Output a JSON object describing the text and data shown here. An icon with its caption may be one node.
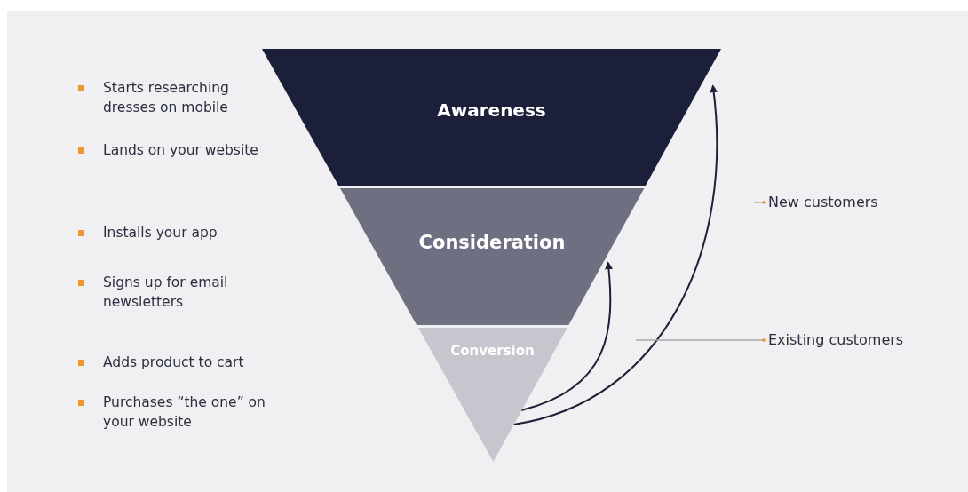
{
  "diagram": {
    "nodes": [
      {
        "text": [
          "Awareness"
        ]
      },
      {
        "text": [
          "Consideration"
        ]
      },
      {
        "text": [
          "Conversion"
        ]
      },
      {
        "text": [
          "New customers"
        ]
      },
      {
        "text": [
          "Existing customers"
        ]
      }
    ],
    "edges": [
      {
        "from": 2,
        "to": 0,
        "arrow": "to"
      },
      {
        "from": 2,
        "to": 1,
        "arrow": "to"
      },
      {
        "from": 3,
        "to": null,
        "arrow": "none",
        "color": "#aaaaaa"
      },
      {
        "from": 4,
        "to": null,
        "arrow": "none",
        "color": "#aaaaaa"
      }
    ],
    "labels": [
      "Starts researching dresses on mobile",
      "Lands on your website",
      "Installs your app",
      "Signs up for email newsletters",
      "Adds product to cart",
      "Purchases “the one” on your website"
    ]
  }
}
